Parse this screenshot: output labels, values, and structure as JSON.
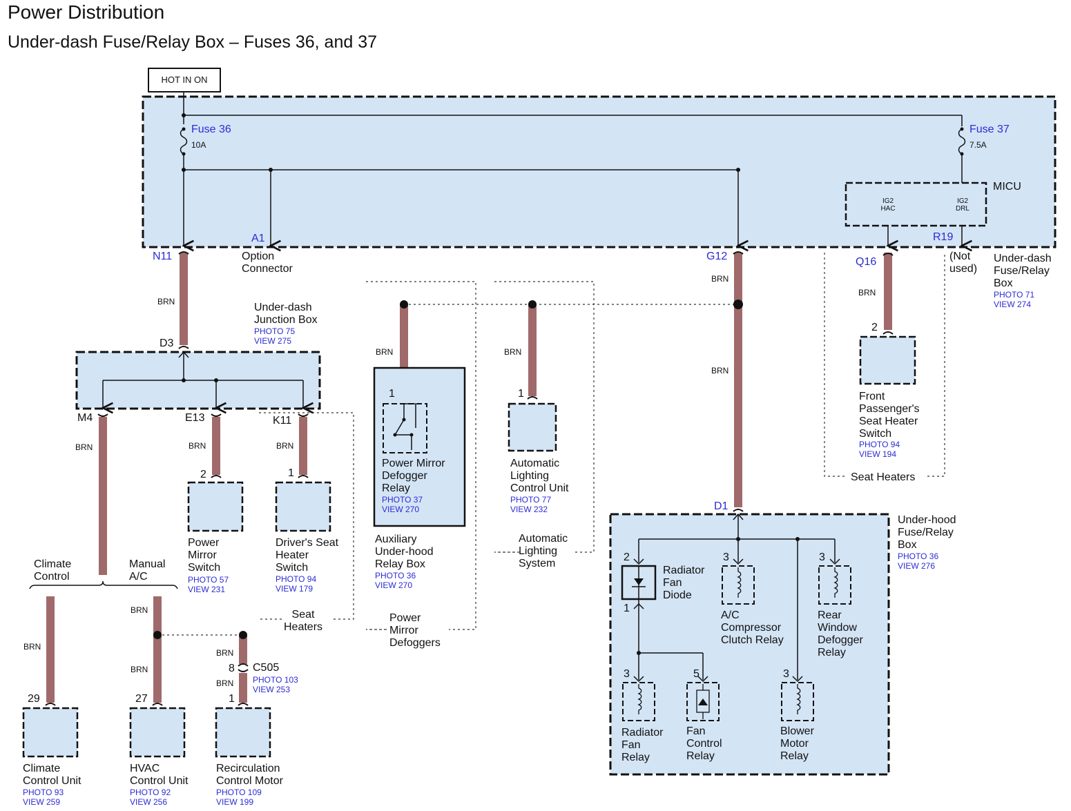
{
  "title": "Power Distribution",
  "subtitle": "Under-dash Fuse/Relay Box – Fuses 36, and 37",
  "hot_label": "HOT IN ON",
  "fuses": {
    "fuse36": {
      "name": "Fuse 36",
      "rating": "10A"
    },
    "fuse37": {
      "name": "Fuse 37",
      "rating": "7.5A"
    }
  },
  "micu": {
    "name": "MICU",
    "pin1": "IG2\nHAC",
    "pin2": "IG2\nDRL"
  },
  "wire_color": "BRN",
  "colors": {
    "wire": "#a06a6a",
    "box_fill": "#d3e4f5",
    "link_blue": "#2b2bd4"
  },
  "terminals": {
    "n11": "N11",
    "a1": "A1",
    "g12": "G12",
    "r19": "R19",
    "q16": "Q16",
    "d3": "D3",
    "m4": "M4",
    "e13": "E13",
    "k11": "K11",
    "d1": "D1",
    "c505": "C505"
  },
  "pins": {
    "p29": "29",
    "p27": "27",
    "p1_recirc": "1",
    "p8": "8",
    "p2_mirror": "2",
    "p1_seat": "1",
    "p1_pmd": "1",
    "p1_auto": "1",
    "p2_front": "2",
    "p2_rad": "2",
    "p1_rad": "1",
    "p3_ac": "3",
    "p3_rear": "3",
    "p3_radfan": "3",
    "p5_fan": "5",
    "p3_blower": "3"
  },
  "labels": {
    "option_connector": "Option\nConnector",
    "not_used": "(Not\nused)",
    "underdash_box": "Under-dash\nFuse/Relay\nBox",
    "underdash_box_ref": "PHOTO 71\nVIEW 274",
    "junction_box": "Under-dash\nJunction Box",
    "junction_box_ref": "PHOTO 75\nVIEW 275",
    "front_pass": "Front\nPassenger's\nSeat Heater\nSwitch",
    "front_pass_ref": "PHOTO 94\nVIEW 194",
    "seat_heaters_right": "Seat Heaters",
    "pmd_relay": "Power Mirror\nDefogger\nRelay",
    "pmd_relay_ref": "PHOTO 37\nVIEW 270",
    "aux_box": "Auxiliary\nUnder-hood\nRelay Box",
    "aux_box_ref": "PHOTO 36\nVIEW 270",
    "pm_defoggers": "Power\nMirror\nDefoggers",
    "auto_light_unit": "Automatic\nLighting\nControl Unit",
    "auto_light_ref": "PHOTO 77\nVIEW 232",
    "auto_light_sys": "Automatic\nLighting\nSystem",
    "underhood_box": "Under-hood\nFuse/Relay\nBox",
    "underhood_box_ref": "PHOTO 36\nVIEW 276",
    "radiator_diode": "Radiator\nFan\nDiode",
    "ac_relay": "A/C\nCompressor\nClutch Relay",
    "rear_relay": "Rear\nWindow\nDefogger\nRelay",
    "radfan_relay": "Radiator\nFan\nRelay",
    "fan_ctrl_relay": "Fan\nControl\nRelay",
    "blower_relay": "Blower\nMotor\nRelay",
    "power_mirror_switch": "Power\nMirror\nSwitch",
    "power_mirror_switch_ref": "PHOTO 57\nVIEW 231",
    "driver_seat": "Driver's Seat\nHeater\nSwitch",
    "driver_seat_ref": "PHOTO 94\nVIEW 179",
    "seat_heaters_left": "Seat\nHeaters",
    "climate_control": "Climate\nControl",
    "manual_ac": "Manual\nA/C",
    "climate_unit": "Climate\nControl Unit",
    "climate_unit_ref": "PHOTO 93\nVIEW 259",
    "hvac_unit": "HVAC\nControl Unit",
    "hvac_unit_ref": "PHOTO 92\nVIEW 256",
    "recirc_motor": "Recirculation\nControl Motor",
    "recirc_motor_ref": "PHOTO 109\nVIEW 199",
    "c505_ref": "PHOTO 103\nVIEW 253"
  }
}
